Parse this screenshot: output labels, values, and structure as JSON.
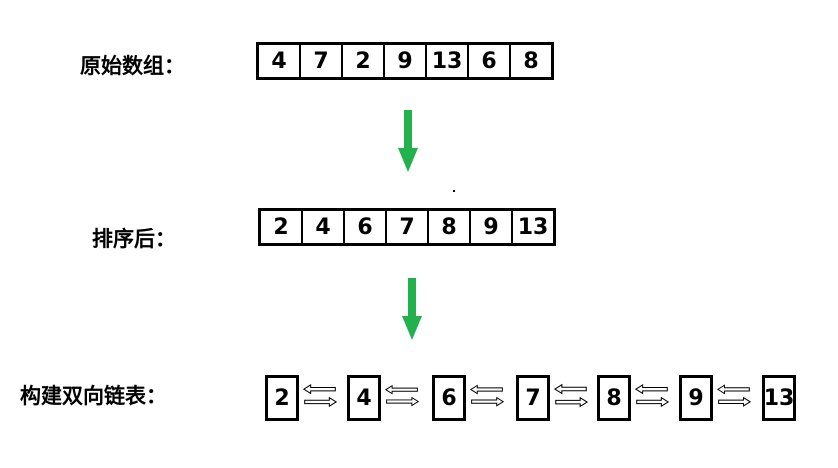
{
  "labels": {
    "original": "原始数组：",
    "sorted": "排序后：",
    "list": "构建双向链表："
  },
  "original_array": [
    "4",
    "7",
    "2",
    "9",
    "13",
    "6",
    "8"
  ],
  "sorted_array": [
    "2",
    "4",
    "6",
    "7",
    "8",
    "9",
    "13"
  ],
  "list_nodes": [
    "2",
    "4",
    "6",
    "7",
    "8",
    "9",
    "13"
  ],
  "colors": {
    "arrow": "#22b14c",
    "stroke": "#000000"
  },
  "icons": {
    "down_arrow": "down-arrow-icon",
    "bidirectional": "double-arrow-icon"
  }
}
